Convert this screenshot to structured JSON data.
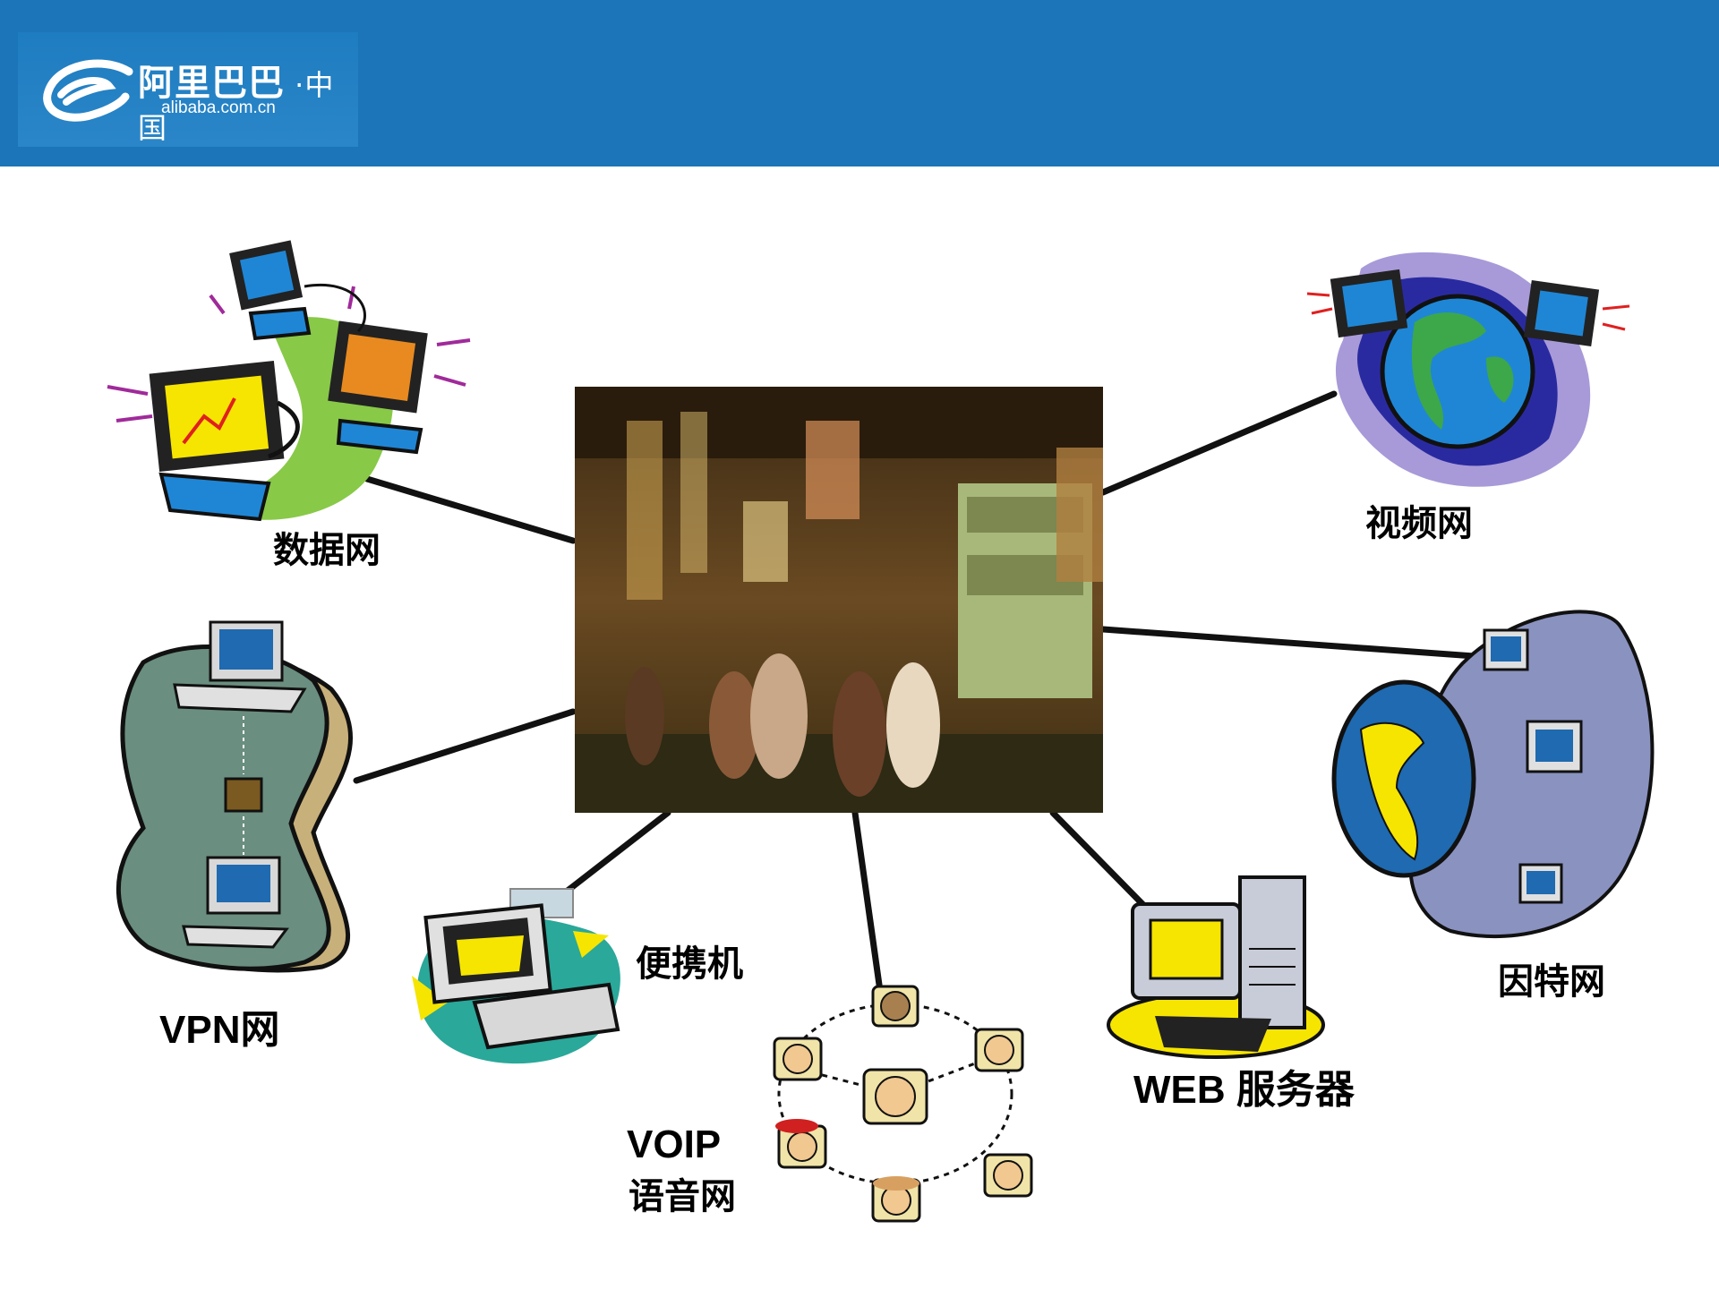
{
  "logo": {
    "cn": "阿里巴巴",
    "country": "中国",
    "url": "alibaba.com.cn"
  },
  "nodes": {
    "data_net": "数据网",
    "video_net": "视频网",
    "vpn_net": "VPN网",
    "laptop": "便携机",
    "voip_line1": "VOIP",
    "voip_line2": "语音网",
    "web_server": "WEB 服务器",
    "internet": "因特网"
  },
  "colors": {
    "header": "#1b75b8",
    "link": "#111111"
  }
}
